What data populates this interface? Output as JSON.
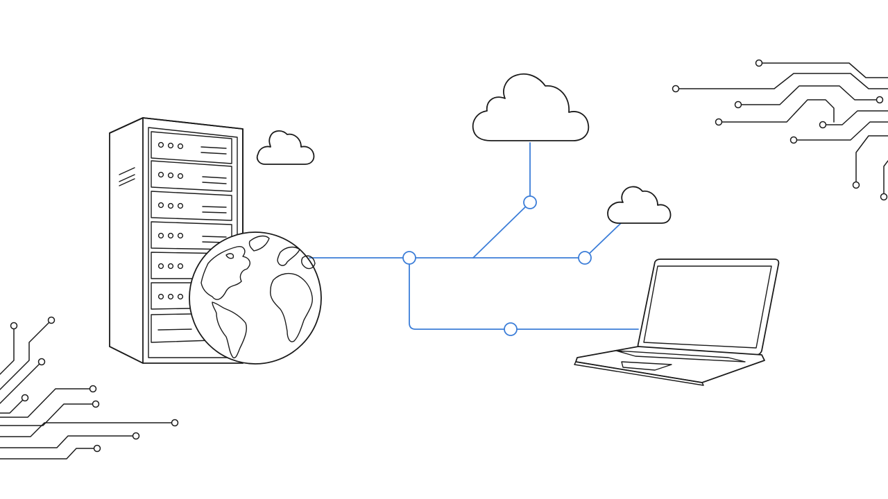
{
  "colors": {
    "ink": "#1a1a1a",
    "network": "#3b7dd8",
    "background": "#ffffff"
  },
  "icons": [
    "server-rack-icon",
    "globe-icon",
    "cloud-icon",
    "laptop-icon",
    "circuit-traces-icon"
  ],
  "nodes": [
    {
      "id": "server-rack"
    },
    {
      "id": "globe"
    },
    {
      "id": "cloud-main"
    },
    {
      "id": "cloud-small-left"
    },
    {
      "id": "cloud-small-right"
    },
    {
      "id": "laptop"
    }
  ],
  "edges": [
    {
      "from": "globe",
      "to": "hub"
    },
    {
      "from": "hub",
      "to": "cloud-main"
    },
    {
      "from": "hub",
      "to": "cloud-small-right"
    },
    {
      "from": "hub",
      "to": "laptop"
    }
  ]
}
